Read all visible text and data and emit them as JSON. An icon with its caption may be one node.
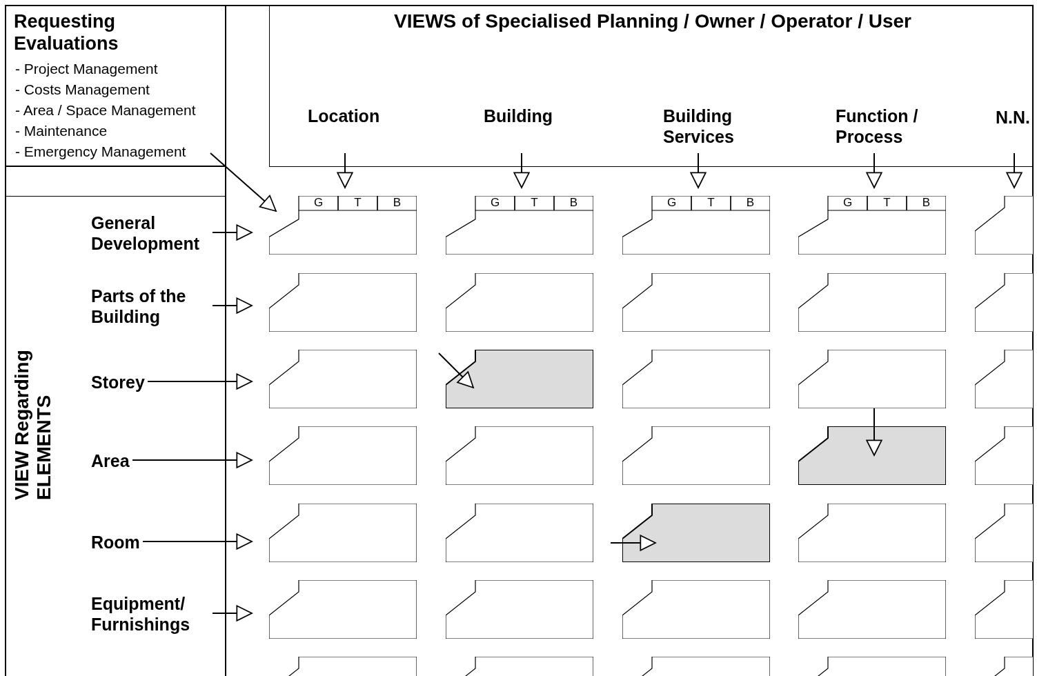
{
  "diagram": {
    "nodes": [
      {
        "text": [
          "Requesting Evaluations",
          "- Project Management",
          "- Costs Management",
          "- Area / Space Management",
          "- Maintenance",
          "- Emergency Management"
        ]
      },
      {
        "text": [
          "VIEWS of Specialised Planning / Owner / Operator / User"
        ]
      },
      {
        "text": [
          "Location"
        ],
        "in": 1
      },
      {
        "text": [
          "Building"
        ],
        "in": 1
      },
      {
        "text": [
          "Building Services"
        ],
        "in": 1
      },
      {
        "text": [
          "Function / Process"
        ],
        "in": 1
      },
      {
        "text": [
          "N.N."
        ],
        "in": 1
      },
      {
        "text": [
          "VIEW Regarding ELEMENTS"
        ]
      },
      {
        "text": [
          "General Development"
        ],
        "in": 7
      },
      {
        "text": [
          "Parts of the Building"
        ],
        "in": 7
      },
      {
        "text": [
          "Storey"
        ],
        "in": 7
      },
      {
        "text": [
          "Area"
        ],
        "in": 7
      },
      {
        "text": [
          "Room"
        ],
        "in": 7
      },
      {
        "text": [
          "Equipment/ Furnishings"
        ],
        "in": 7
      },
      {
        "text": [],
        "shape": "box",
        "beside": [
          "G",
          "T",
          "B"
        ]
      },
      {
        "text": [],
        "shape": "box",
        "beside": [
          "G",
          "T",
          "B"
        ]
      },
      {
        "text": [],
        "shape": "box",
        "beside": [
          "G",
          "T",
          "B"
        ]
      },
      {
        "text": [],
        "shape": "box",
        "beside": [
          "G",
          "T",
          "B"
        ]
      },
      {
        "text": [],
        "shape": "box"
      },
      {
        "text": [],
        "shape": "box"
      },
      {
        "text": [],
        "shape": "box"
      },
      {
        "text": [],
        "shape": "box"
      },
      {
        "text": [],
        "shape": "box"
      },
      {
        "text": [],
        "shape": "box"
      },
      {
        "text": [],
        "shape": "box"
      },
      {
        "text": [],
        "shape": "box"
      },
      {
        "text": [],
        "shape": "box"
      },
      {
        "text": [],
        "shape": "box"
      },
      {
        "text": [],
        "shape": "box"
      },
      {
        "text": [],
        "shape": "box"
      },
      {
        "text": [],
        "shape": "box"
      },
      {
        "text": [],
        "shape": "box"
      },
      {
        "text": [],
        "shape": "box"
      },
      {
        "text": [],
        "shape": "box"
      },
      {
        "text": [],
        "shape": "box"
      },
      {
        "text": [],
        "shape": "box"
      },
      {
        "text": [],
        "shape": "box"
      },
      {
        "text": [],
        "shape": "box"
      },
      {
        "text": [],
        "shape": "box"
      },
      {
        "text": [],
        "shape": "box"
      },
      {
        "text": [],
        "shape": "box"
      },
      {
        "text": [],
        "shape": "box"
      },
      {
        "text": [],
        "shape": "box"
      },
      {
        "text": [],
        "shape": "box"
      },
      {
        "text": [],
        "shape": "box"
      },
      {
        "text": [],
        "shape": "box"
      },
      {
        "text": [],
        "shape": "box"
      },
      {
        "text": [],
        "shape": "box"
      },
      {
        "text": [],
        "shape": "box"
      }
    ],
    "edges": [
      {
        "from": 0,
        "to": 14,
        "arrow": "to"
      },
      {
        "from": 2,
        "to": 14,
        "arrow": "to"
      },
      {
        "from": 3,
        "to": 15,
        "arrow": "to"
      },
      {
        "from": 4,
        "to": 16,
        "arrow": "to"
      },
      {
        "from": 5,
        "to": 17,
        "arrow": "to"
      },
      {
        "from": 6,
        "to": 18,
        "arrow": "to"
      },
      {
        "from": 8,
        "to": 14,
        "arrow": "to"
      },
      {
        "from": 9,
        "to": 19,
        "arrow": "to"
      },
      {
        "from": 10,
        "to": 24,
        "arrow": "to"
      },
      {
        "from": 11,
        "to": 29,
        "arrow": "to"
      },
      {
        "from": 12,
        "to": 34,
        "arrow": "to"
      },
      {
        "from": 13,
        "to": 39,
        "arrow": "to"
      },
      {
        "from": null,
        "to": 25,
        "arrow": "to"
      },
      {
        "from": 27,
        "to": 32,
        "arrow": "to"
      },
      {
        "from": null,
        "to": 36,
        "arrow": "to"
      }
    ]
  }
}
